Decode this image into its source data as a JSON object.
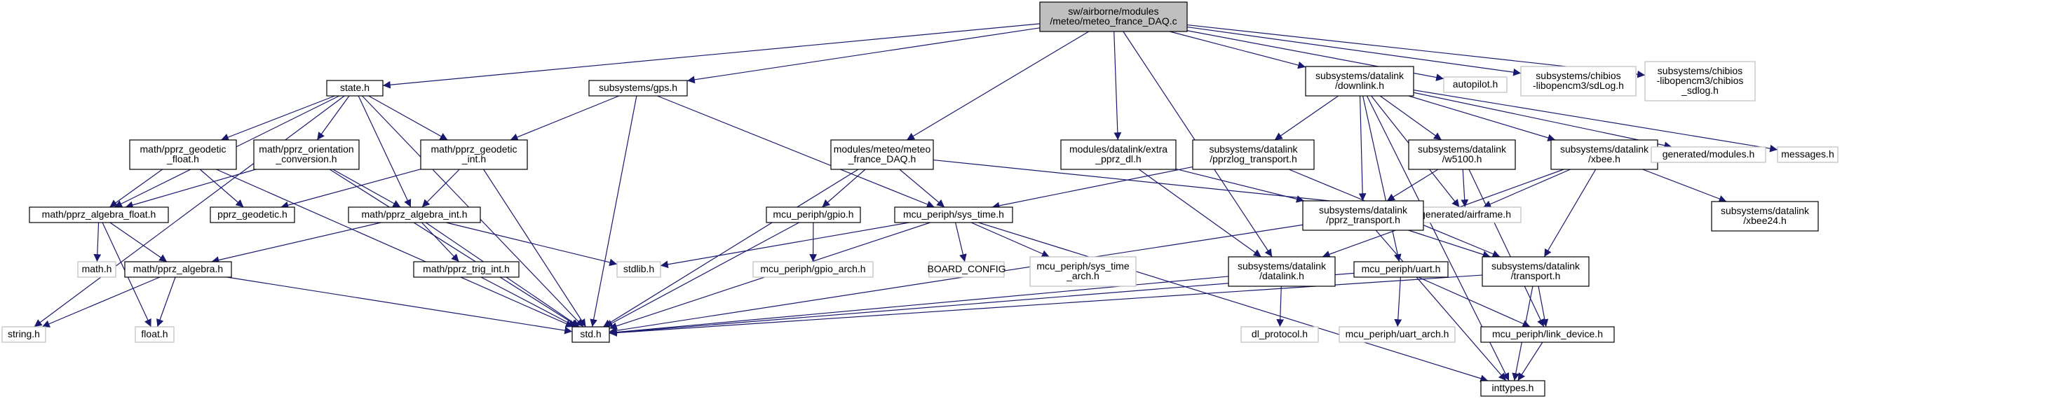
{
  "colors": {
    "edge": "#191970",
    "root_fill": "#bfbfbf",
    "node_fill": "#ffffff",
    "node_border": "#000000",
    "missing_border": "#bfbfbf",
    "text": "#000000"
  },
  "nodes": [
    {
      "id": "root",
      "lines": [
        "sw/airborne/modules",
        "/meteo/meteo_france_DAQ.c"
      ],
      "kind": "root"
    },
    {
      "id": "state",
      "lines": [
        "state.h"
      ],
      "kind": "normal"
    },
    {
      "id": "gps",
      "lines": [
        "subsystems/gps.h"
      ],
      "kind": "normal"
    },
    {
      "id": "mfdaq",
      "lines": [
        "modules/meteo/meteo",
        "_france_DAQ.h"
      ],
      "kind": "normal"
    },
    {
      "id": "extradl",
      "lines": [
        "modules/datalink/extra",
        "_pprz_dl.h"
      ],
      "kind": "normal"
    },
    {
      "id": "downlink",
      "lines": [
        "subsystems/datalink",
        "/downlink.h"
      ],
      "kind": "normal"
    },
    {
      "id": "autopilot",
      "lines": [
        "autopilot.h"
      ],
      "kind": "missing"
    },
    {
      "id": "sdlog",
      "lines": [
        "subsystems/chibios",
        "-libopencm3/sdLog.h"
      ],
      "kind": "missing"
    },
    {
      "id": "chsdlog",
      "lines": [
        "subsystems/chibios",
        "-libopencm3/chibios",
        "_sdlog.h"
      ],
      "kind": "missing"
    },
    {
      "id": "geofloat",
      "lines": [
        "math/pprz_geodetic",
        "_float.h"
      ],
      "kind": "normal"
    },
    {
      "id": "orient",
      "lines": [
        "math/pprz_orientation",
        "_conversion.h"
      ],
      "kind": "normal"
    },
    {
      "id": "geoint",
      "lines": [
        "math/pprz_geodetic",
        "_int.h"
      ],
      "kind": "normal"
    },
    {
      "id": "algfloat",
      "lines": [
        "math/pprz_algebra_float.h"
      ],
      "kind": "normal"
    },
    {
      "id": "geodetic",
      "lines": [
        "pprz_geodetic.h"
      ],
      "kind": "normal"
    },
    {
      "id": "algint",
      "lines": [
        "math/pprz_algebra_int.h"
      ],
      "kind": "normal"
    },
    {
      "id": "mathh",
      "lines": [
        "math.h"
      ],
      "kind": "missing"
    },
    {
      "id": "alg",
      "lines": [
        "math/pprz_algebra.h"
      ],
      "kind": "normal"
    },
    {
      "id": "trig",
      "lines": [
        "math/pprz_trig_int.h"
      ],
      "kind": "normal"
    },
    {
      "id": "stringh",
      "lines": [
        "string.h"
      ],
      "kind": "missing"
    },
    {
      "id": "floath",
      "lines": [
        "float.h"
      ],
      "kind": "missing"
    },
    {
      "id": "stdh",
      "lines": [
        "std.h"
      ],
      "kind": "normal"
    },
    {
      "id": "stdlib",
      "lines": [
        "stdlib.h"
      ],
      "kind": "missing"
    },
    {
      "id": "gpio",
      "lines": [
        "mcu_periph/gpio.h"
      ],
      "kind": "normal"
    },
    {
      "id": "gpioarch",
      "lines": [
        "mcu_periph/gpio_arch.h"
      ],
      "kind": "missing"
    },
    {
      "id": "systime",
      "lines": [
        "mcu_periph/sys_time.h"
      ],
      "kind": "normal"
    },
    {
      "id": "board",
      "lines": [
        "BOARD_CONFIG"
      ],
      "kind": "missing"
    },
    {
      "id": "systimearch",
      "lines": [
        "mcu_periph/sys_time",
        "_arch.h"
      ],
      "kind": "missing"
    },
    {
      "id": "pprzlog",
      "lines": [
        "subsystems/datalink",
        "/pprzlog_transport.h"
      ],
      "kind": "normal"
    },
    {
      "id": "w5100",
      "lines": [
        "subsystems/datalink",
        "/w5100.h"
      ],
      "kind": "normal"
    },
    {
      "id": "xbee",
      "lines": [
        "subsystems/datalink",
        "/xbee.h"
      ],
      "kind": "normal"
    },
    {
      "id": "genmodules",
      "lines": [
        "generated/modules.h"
      ],
      "kind": "missing"
    },
    {
      "id": "messages",
      "lines": [
        "messages.h"
      ],
      "kind": "missing"
    },
    {
      "id": "genairframe",
      "lines": [
        "generated/airframe.h"
      ],
      "kind": "missing"
    },
    {
      "id": "xbee24",
      "lines": [
        "subsystems/datalink",
        "/xbee24.h"
      ],
      "kind": "normal"
    },
    {
      "id": "pprztransport",
      "lines": [
        "subsystems/datalink",
        "/pprz_transport.h"
      ],
      "kind": "normal"
    },
    {
      "id": "dldatalink",
      "lines": [
        "subsystems/datalink",
        "/datalink.h"
      ],
      "kind": "normal"
    },
    {
      "id": "uart",
      "lines": [
        "mcu_periph/uart.h"
      ],
      "kind": "normal"
    },
    {
      "id": "transport",
      "lines": [
        "subsystems/datalink",
        "/transport.h"
      ],
      "kind": "normal"
    },
    {
      "id": "dlprotocol",
      "lines": [
        "dl_protocol.h"
      ],
      "kind": "missing"
    },
    {
      "id": "uartarch",
      "lines": [
        "mcu_periph/uart_arch.h"
      ],
      "kind": "missing"
    },
    {
      "id": "linkdev",
      "lines": [
        "mcu_periph/link_device.h"
      ],
      "kind": "normal"
    },
    {
      "id": "inttypes",
      "lines": [
        "inttypes.h"
      ],
      "kind": "normal"
    }
  ],
  "edges": [
    [
      "root",
      "state"
    ],
    [
      "root",
      "gps"
    ],
    [
      "root",
      "mfdaq"
    ],
    [
      "root",
      "extradl"
    ],
    [
      "root",
      "downlink"
    ],
    [
      "root",
      "autopilot"
    ],
    [
      "root",
      "sdlog"
    ],
    [
      "root",
      "chsdlog"
    ],
    [
      "root",
      "dldatalink"
    ],
    [
      "state",
      "geofloat"
    ],
    [
      "state",
      "orient"
    ],
    [
      "state",
      "geoint"
    ],
    [
      "state",
      "algfloat"
    ],
    [
      "state",
      "algint"
    ],
    [
      "state",
      "stringh"
    ],
    [
      "state",
      "stdh"
    ],
    [
      "gps",
      "geoint"
    ],
    [
      "gps",
      "stdh"
    ],
    [
      "gps",
      "systime"
    ],
    [
      "mfdaq",
      "gpio"
    ],
    [
      "mfdaq",
      "systime"
    ],
    [
      "mfdaq",
      "stdh"
    ],
    [
      "mfdaq",
      "genairframe"
    ],
    [
      "extradl",
      "pprztransport"
    ],
    [
      "extradl",
      "dldatalink"
    ],
    [
      "downlink",
      "pprzlog"
    ],
    [
      "downlink",
      "w5100"
    ],
    [
      "downlink",
      "xbee"
    ],
    [
      "downlink",
      "genmodules"
    ],
    [
      "downlink",
      "messages"
    ],
    [
      "downlink",
      "genairframe"
    ],
    [
      "downlink",
      "pprztransport"
    ],
    [
      "downlink",
      "uart"
    ],
    [
      "downlink",
      "inttypes"
    ],
    [
      "geofloat",
      "algfloat"
    ],
    [
      "geofloat",
      "geodetic"
    ],
    [
      "geofloat",
      "stdh"
    ],
    [
      "orient",
      "algfloat"
    ],
    [
      "orient",
      "algint"
    ],
    [
      "orient",
      "stdh"
    ],
    [
      "geoint",
      "geodetic"
    ],
    [
      "geoint",
      "algint"
    ],
    [
      "geoint",
      "stdh"
    ],
    [
      "algfloat",
      "mathh"
    ],
    [
      "algfloat",
      "alg"
    ],
    [
      "algfloat",
      "floath"
    ],
    [
      "algint",
      "alg"
    ],
    [
      "algint",
      "trig"
    ],
    [
      "algint",
      "stdh"
    ],
    [
      "algint",
      "stdlib"
    ],
    [
      "alg",
      "stringh"
    ],
    [
      "alg",
      "floath"
    ],
    [
      "alg",
      "stdh"
    ],
    [
      "trig",
      "stdh"
    ],
    [
      "gpio",
      "gpioarch"
    ],
    [
      "gpio",
      "stdh"
    ],
    [
      "systime",
      "stdlib"
    ],
    [
      "systime",
      "board"
    ],
    [
      "systime",
      "systimearch"
    ],
    [
      "systime",
      "stdh"
    ],
    [
      "systime",
      "inttypes"
    ],
    [
      "pprzlog",
      "systime"
    ],
    [
      "pprzlog",
      "transport"
    ],
    [
      "w5100",
      "pprztransport"
    ],
    [
      "w5100",
      "genairframe"
    ],
    [
      "w5100",
      "linkdev"
    ],
    [
      "xbee",
      "genairframe"
    ],
    [
      "xbee",
      "xbee24"
    ],
    [
      "xbee",
      "transport"
    ],
    [
      "xbee",
      "dldatalink"
    ],
    [
      "pprztransport",
      "transport"
    ],
    [
      "pprztransport",
      "stdh"
    ],
    [
      "pprztransport",
      "inttypes"
    ],
    [
      "dldatalink",
      "stdh"
    ],
    [
      "dldatalink",
      "dlprotocol"
    ],
    [
      "uart",
      "stdh"
    ],
    [
      "uart",
      "uartarch"
    ],
    [
      "uart",
      "linkdev"
    ],
    [
      "transport",
      "linkdev"
    ],
    [
      "transport",
      "stdh"
    ],
    [
      "transport",
      "inttypes"
    ],
    [
      "linkdev",
      "inttypes"
    ]
  ]
}
